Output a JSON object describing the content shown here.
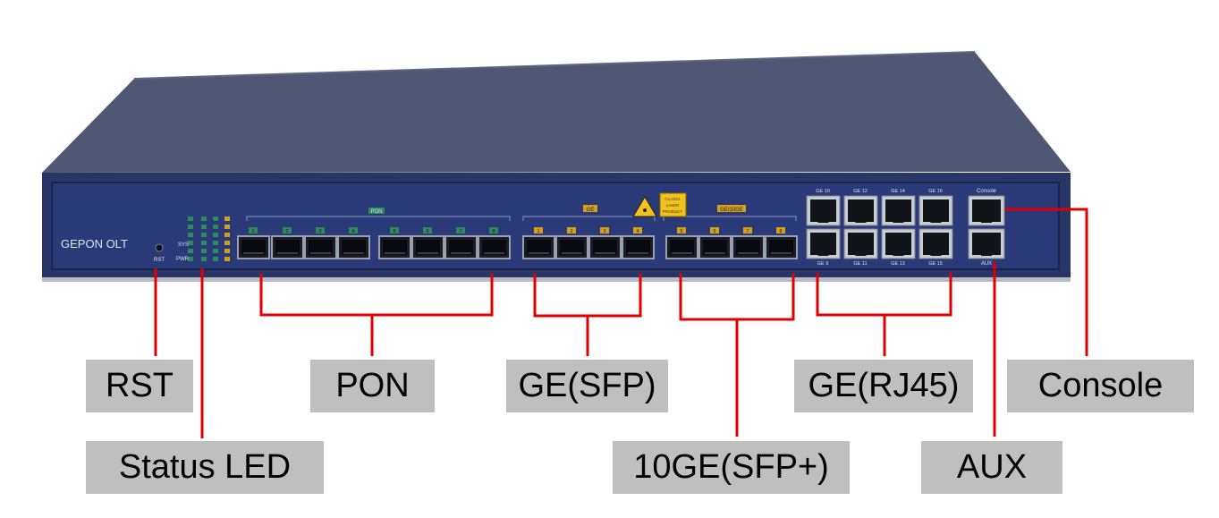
{
  "device": {
    "model": "GEPON OLT",
    "rst_text": "RST",
    "sys_text": "SYS",
    "pwr_text": "PWR",
    "pon_group": "PON",
    "ge_group": "GE",
    "ge10_group": "GE/10GE",
    "laser_text": [
      "CLASS1",
      "LASER",
      "PRODUCT"
    ],
    "pon_ports": [
      "1",
      "2",
      "3",
      "4",
      "5",
      "6",
      "7",
      "8"
    ],
    "ge_ports": [
      "1",
      "2",
      "3",
      "4"
    ],
    "ge10_ports": [
      "5",
      "6",
      "7",
      "8"
    ],
    "rj45_top": [
      "GE 10",
      "GE 12",
      "GE 14",
      "GE 16"
    ],
    "rj45_bottom": [
      "GE 9",
      "GE 11",
      "GE 13",
      "GE 15"
    ],
    "console_text": "Console",
    "aux_text": "AUX",
    "colors": {
      "panel": "#27336a",
      "chassis": "#4c5470",
      "leader": "#e00000",
      "callout_bg": "#bfbfbf"
    }
  },
  "callouts": {
    "rst": "RST",
    "status_led": "Status LED",
    "pon": "PON",
    "ge_sfp": "GE(SFP)",
    "tenge_sfp": "10GE(SFP+)",
    "ge_rj45": "GE(RJ45)",
    "aux": "AUX",
    "console": "Console"
  }
}
